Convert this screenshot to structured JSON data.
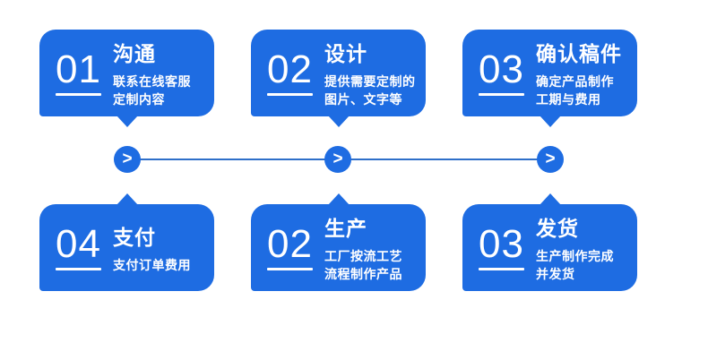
{
  "theme": {
    "card_blue": "#1e6ce2",
    "line_blue": "#2f6fc9",
    "text_white": "#ffffff",
    "page_bg": "#ffffff"
  },
  "flow": {
    "rows": [
      {
        "steps": [
          {
            "number": "01",
            "title": "沟通",
            "desc": "联系在线客服\n定制内容"
          },
          {
            "number": "02",
            "title": "设计",
            "desc": "提供需要定制的\n图片、文字等"
          },
          {
            "number": "03",
            "title": "确认稿件",
            "desc": "确定产品制作\n工期与费用"
          }
        ]
      },
      {
        "steps": [
          {
            "number": "04",
            "title": "支付",
            "desc": "支付订单费用"
          },
          {
            "number": "02",
            "title": "生产",
            "desc": "工厂按流工艺\n流程制作产品"
          },
          {
            "number": "03",
            "title": "发货",
            "desc": "生产制作完成\n并发货"
          }
        ]
      }
    ],
    "connector": {
      "arrow_glyph": ">"
    }
  }
}
